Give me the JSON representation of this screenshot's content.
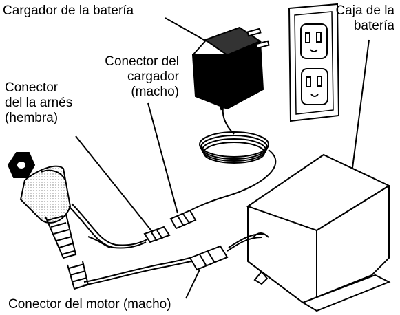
{
  "labels": {
    "battery_charger": "Cargador de la batería",
    "battery_box_line1": "Caja de la",
    "battery_box_line2": "batería",
    "charger_connector_line1": "Conector del",
    "charger_connector_line2": "cargador",
    "charger_connector_line3": "(macho)",
    "harness_connector_line1": "Conector",
    "harness_connector_line2": "del la arnés",
    "harness_connector_line3": "(hembra)",
    "motor_connector": "Conector del motor (macho)"
  }
}
